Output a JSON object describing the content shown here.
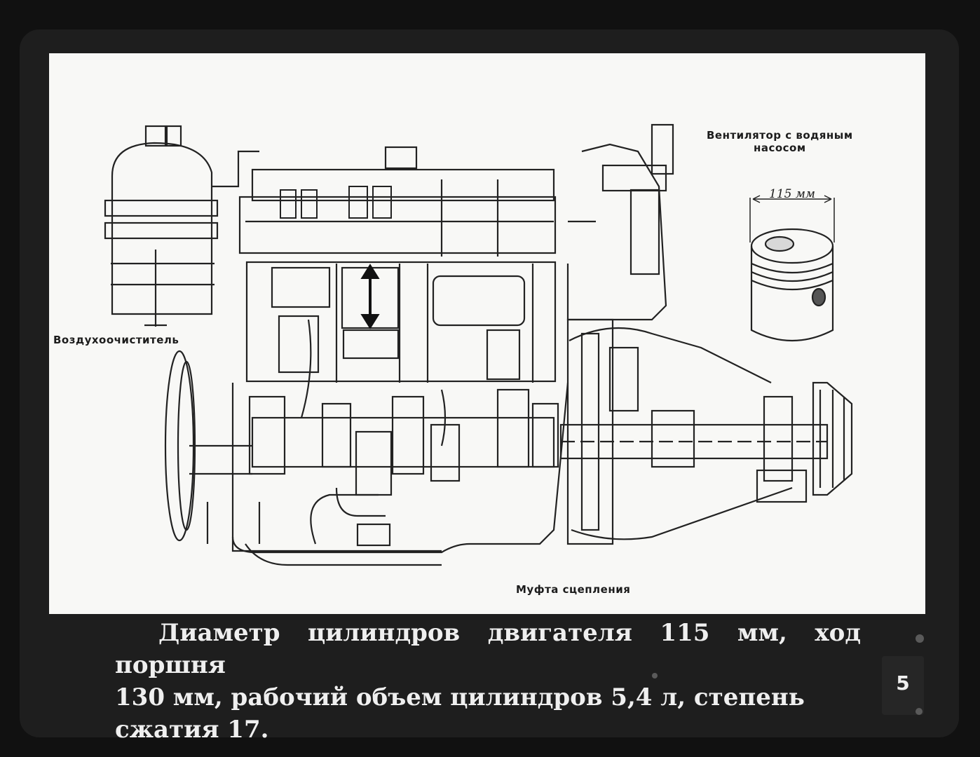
{
  "labels": {
    "fan": "Вентилятор с водяным\nнасосом",
    "air_cleaner": "Воздухоочиститель",
    "clutch": "Муфта сцепления",
    "piston_dimension": "115 мм"
  },
  "caption": {
    "line1": "Диаметр цилиндров двигателя 115 мм, ход поршня",
    "line2": "130 мм, рабочий объем цилиндров 5,4 л, степень",
    "line3": "сжатия 17."
  },
  "page_number": "5"
}
